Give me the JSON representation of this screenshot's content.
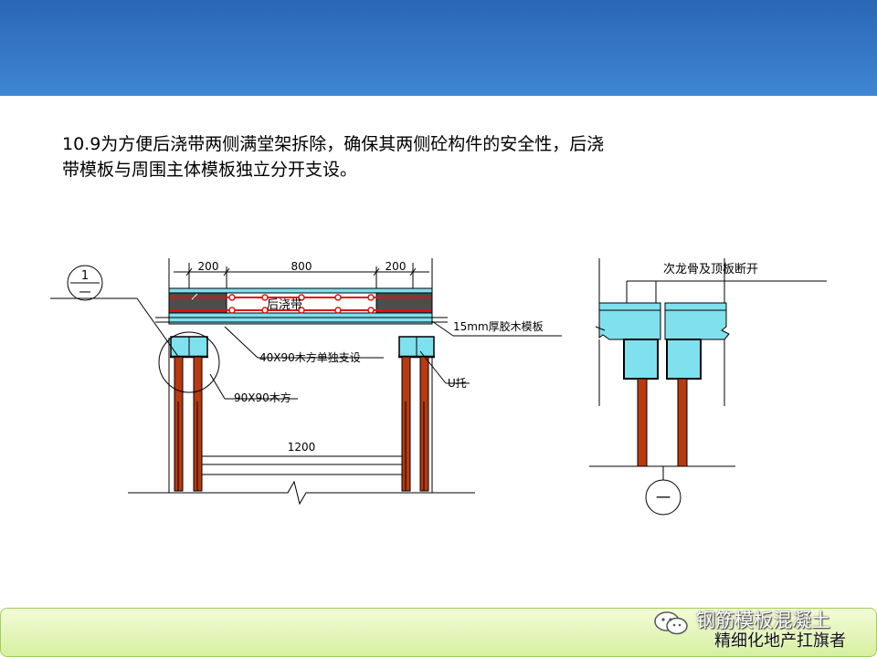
{
  "paragraph": {
    "line1": "10.9为方便后浇带两侧满堂架拆除，确保其两侧砼构件的安全性，后浇",
    "line2": "带模板与周围主体模板独立分开支设。"
  },
  "left_diagram": {
    "dim_left": "200",
    "dim_mid": "800",
    "dim_right": "200",
    "section_top": "1",
    "section_bottom": "一",
    "label_post_pour": "后浇带",
    "label_formwork": "15mm厚胶木模板",
    "label_timber_40x90": "40X90木方单独支设",
    "label_u_support": "U托",
    "label_timber_90x90": "90X90木方",
    "dim_span": "1200"
  },
  "right_diagram": {
    "label_break": "次龙骨及顶板断开",
    "section_label": "一"
  },
  "footer": {
    "watermark_line1": "钢筋模板混凝土",
    "watermark_line2": "精细化地产扛旗者"
  },
  "colors": {
    "header": "#3a7ccc",
    "slab_fill": "#7fe0ee",
    "concrete_dark": "#4d4d4d",
    "rebar": "#e01010",
    "steel_post": "#b83a10",
    "footer": "#e6f6bf"
  }
}
